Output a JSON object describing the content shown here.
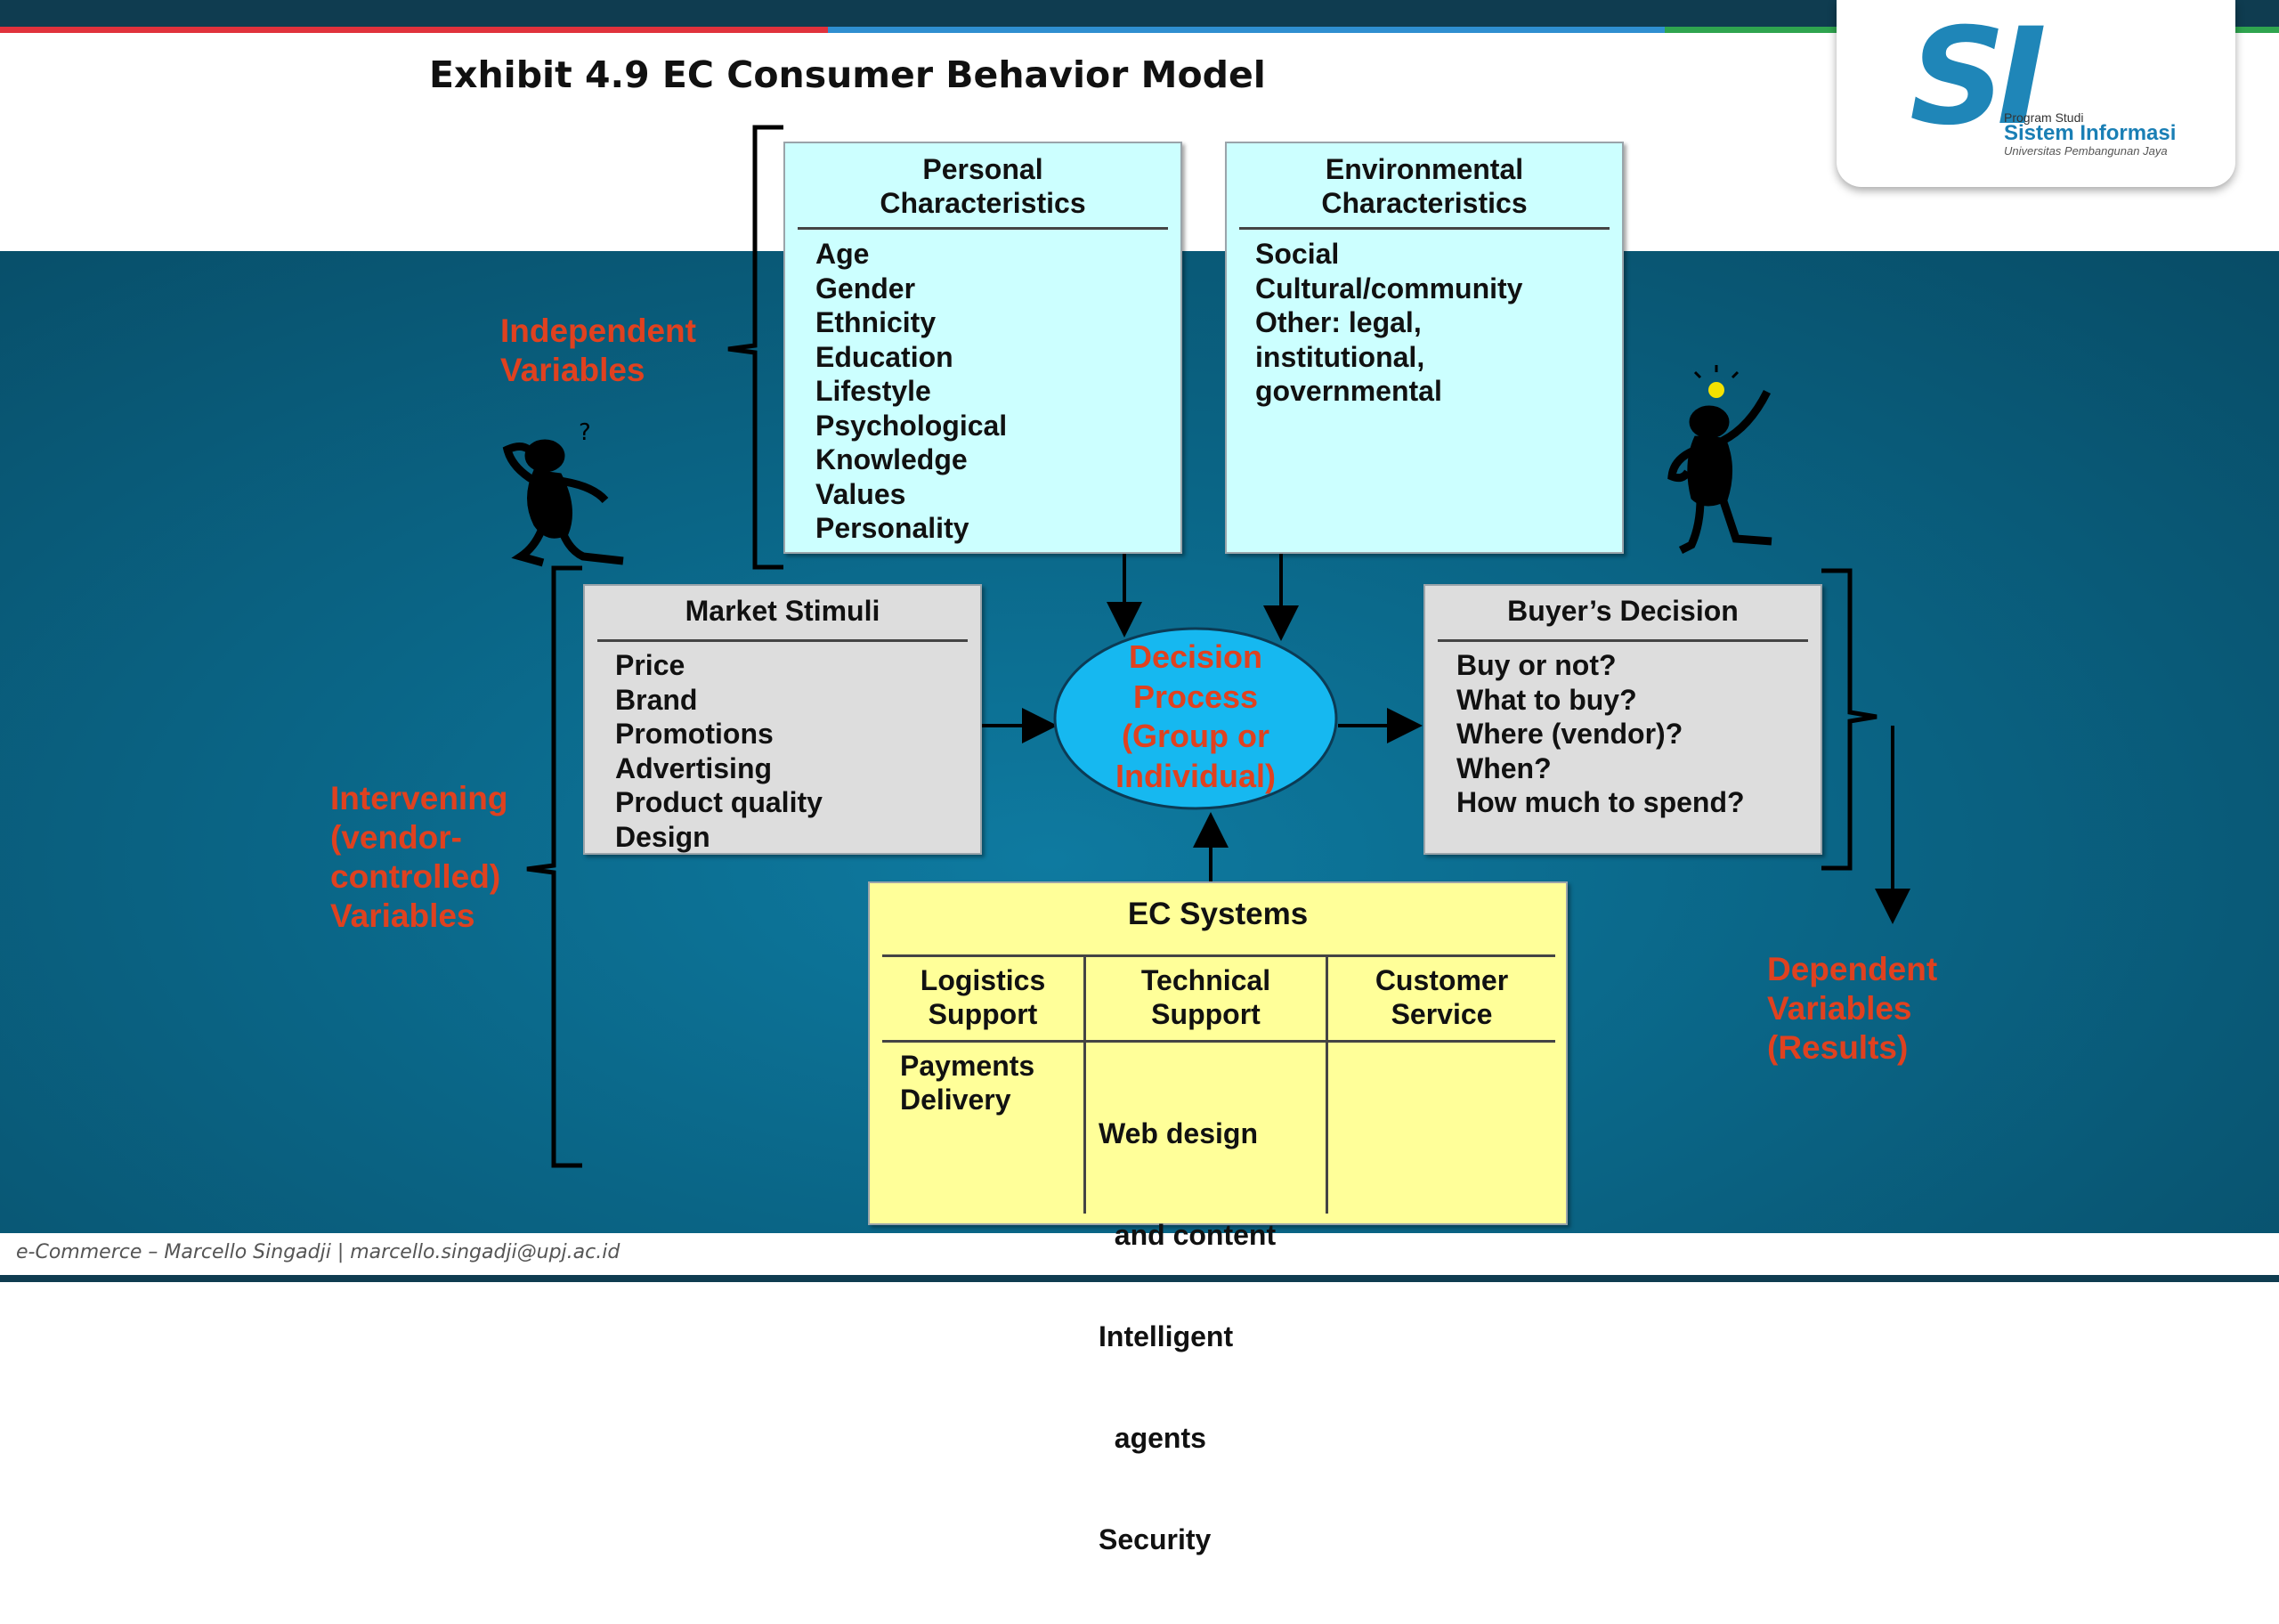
{
  "title": "Exhibit 4.9  EC Consumer Behavior Model",
  "footer": "e-Commerce – Marcello Singadji  |  marcello.singadji@upj.ac.id",
  "logo": {
    "mark": "SI",
    "small": "Program Studi",
    "name": "Sistem Informasi",
    "university": "Universitas Pembangunan Jaya"
  },
  "colors": {
    "accent_red": "#e0411f",
    "cyan_box": "#ccffff",
    "grey_box": "#dddddd",
    "yellow_box": "#ffff99",
    "ellipse": "#16b8f0",
    "background": "#0a6586"
  },
  "labels": {
    "independent": [
      "Independent",
      "Variables"
    ],
    "intervening": [
      "Intervening",
      "(vendor-",
      "controlled)",
      "Variables"
    ],
    "dependent": [
      "Dependent",
      "Variables",
      "(Results)"
    ]
  },
  "personal": {
    "heading": [
      "Personal",
      "Characteristics"
    ],
    "items": [
      "Age",
      "Gender",
      "Ethnicity",
      "Education",
      "Lifestyle",
      "Psychological",
      "Knowledge",
      "Values",
      "Personality"
    ]
  },
  "environmental": {
    "heading": [
      "Environmental",
      "Characteristics"
    ],
    "items": [
      "Social",
      "Cultural/community",
      "Other: legal,",
      "institutional,",
      "governmental"
    ]
  },
  "market": {
    "heading": "Market Stimuli",
    "items": [
      "Price",
      "Brand",
      "Promotions",
      "Advertising",
      "Product quality",
      "Design"
    ]
  },
  "decision": {
    "lines": [
      "Decision",
      "Process",
      "(Group or",
      "Individual)"
    ]
  },
  "buyer": {
    "heading": "Buyer’s Decision",
    "items": [
      "Buy or not?",
      "What to buy?",
      "Where (vendor)?",
      "When?",
      "How much to spend?"
    ]
  },
  "ec": {
    "heading": "EC Systems",
    "columns": [
      {
        "heading": [
          "Logistics",
          "Support"
        ],
        "items": [
          "Payments",
          "Delivery"
        ]
      },
      {
        "heading": [
          "Technical",
          "Support"
        ],
        "items": [
          "Web design",
          "  and content",
          "Intelligent",
          "  agents",
          "Security"
        ]
      },
      {
        "heading": [
          "Customer",
          "Service"
        ],
        "items": []
      }
    ]
  },
  "icons": [
    "thinking-person-icon",
    "idea-person-icon"
  ]
}
